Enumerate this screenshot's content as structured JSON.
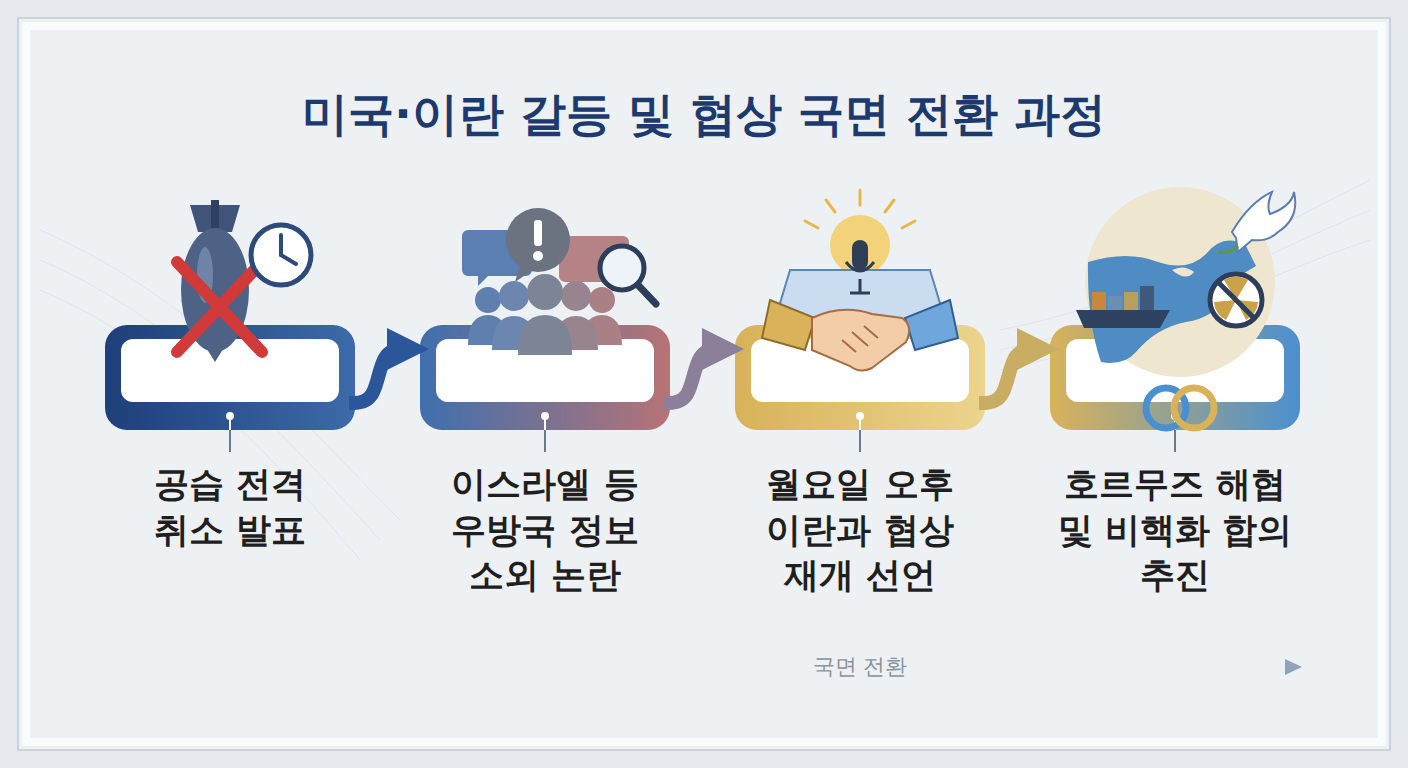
{
  "diagram": {
    "title": "미국·이란 갈등 및 협상 국면 전환 과정",
    "nodes": [
      {
        "text": [
          "공습 전격 취소 발표"
        ]
      },
      {
        "text": [
          "이스라엘 등 우방국 정보 소외 논란"
        ]
      },
      {
        "text": [
          "월요일 오후 이란과 협상 재개 선언"
        ]
      },
      {
        "text": [
          "호르무즈 해협 및 비핵화 합의 추진"
        ]
      }
    ],
    "edges": [
      {
        "from": 0,
        "to": 1,
        "arrow": "to"
      },
      {
        "from": 1,
        "to": 2,
        "arrow": "to"
      },
      {
        "from": 2,
        "to": 3,
        "arrow": "to"
      }
    ],
    "labels": [
      "국면 전환"
    ]
  }
}
